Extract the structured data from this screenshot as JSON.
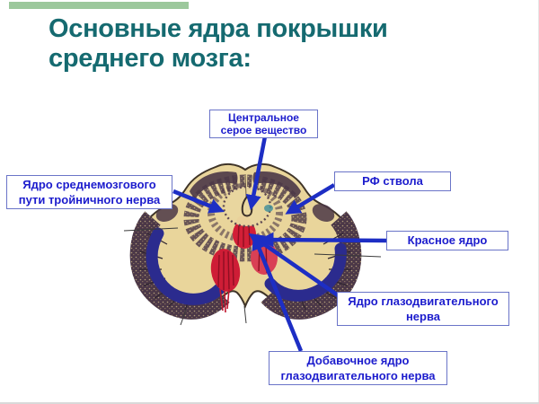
{
  "slide": {
    "title_line1": "Основные ядра покрышки",
    "title_line2": "среднего мозга:",
    "colors": {
      "title_text": "#156a70",
      "accent_bar": "#9cc89c",
      "label_text": "#1c1ccd",
      "label_border": "#6a74c8",
      "arrow": "#1d2ec4",
      "background": "#ffffff"
    }
  },
  "diagram": {
    "labels": [
      {
        "text": "Центральное серое вещество"
      },
      {
        "text": "Ядро среднемозгового пути тройничного нерва"
      },
      {
        "text": "РФ ствола"
      },
      {
        "text": "Красное ядро"
      },
      {
        "text": "Ядро глазодвигательного нерва"
      },
      {
        "text": "Добавочное ядро глазодвигательного нерва"
      }
    ],
    "illustration_colors": {
      "cream_tissue": "#e9d59b",
      "dark_tissue": "#4b3747",
      "substantia_nigra_blue": "#2b2b8e",
      "red_nucleus": "#d31f37",
      "aqueduct_spot_teal": "#47909a"
    }
  }
}
